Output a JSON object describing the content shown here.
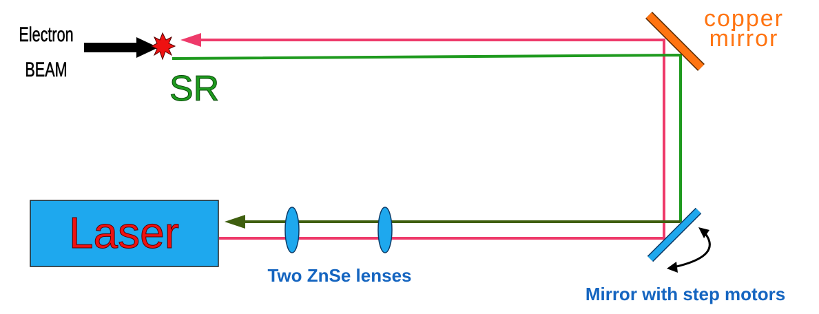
{
  "labels": {
    "electron_line1": "Electron",
    "electron_line2": "BEAM",
    "sr": "SR",
    "copper_line1": "copper",
    "copper_line2": "mirror",
    "laser": "Laser",
    "lenses": "Two ZnSe lenses",
    "step_mirror": "Mirror with step motors"
  },
  "colors": {
    "laser_beam": "#ee3a6a",
    "sr_beam": "#1e9a1e",
    "return_beam": "#3f5f0f",
    "laser_box_fill": "#1ea8ee",
    "laser_text": "#ee1111",
    "copper": "#ff7411",
    "label_blue": "#1565c0",
    "lens_fill": "#1ea8ee",
    "spark": "#ee1111"
  }
}
